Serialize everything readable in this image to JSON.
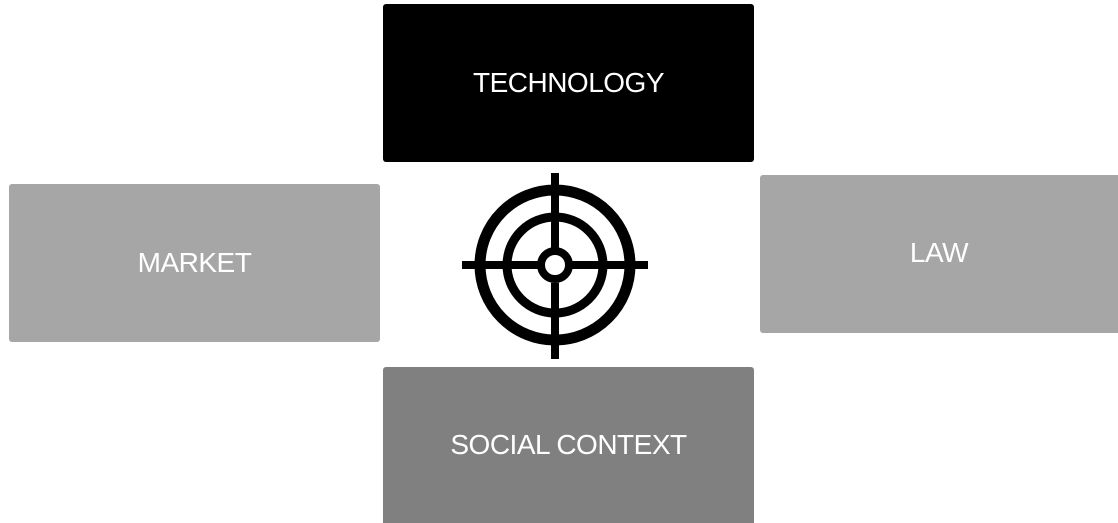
{
  "diagram": {
    "center_icon": "target-crosshair-icon",
    "boxes": {
      "technology": {
        "label": "TECHNOLOGY",
        "color": "#000000"
      },
      "market": {
        "label": "MARKET",
        "color": "#a6a6a6"
      },
      "law": {
        "label": "LAW",
        "color": "#a6a6a6"
      },
      "social_context": {
        "label": "SOCIAL CONTEXT",
        "color": "#808080"
      }
    },
    "icon_color": "#000000"
  }
}
